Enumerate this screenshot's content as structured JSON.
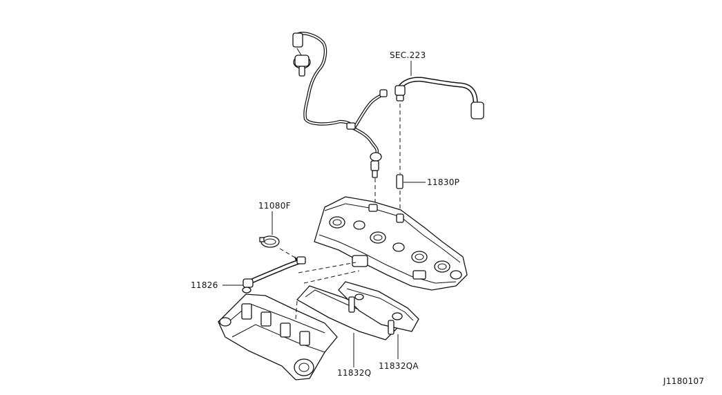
{
  "labels": {
    "sec223": "SEC.223",
    "p11830P": "11830P",
    "p11080F": "11080F",
    "p11826": "11826",
    "p11832Q": "11832Q",
    "p11832QA": "11832QA",
    "diagram_id": "J1180107"
  }
}
